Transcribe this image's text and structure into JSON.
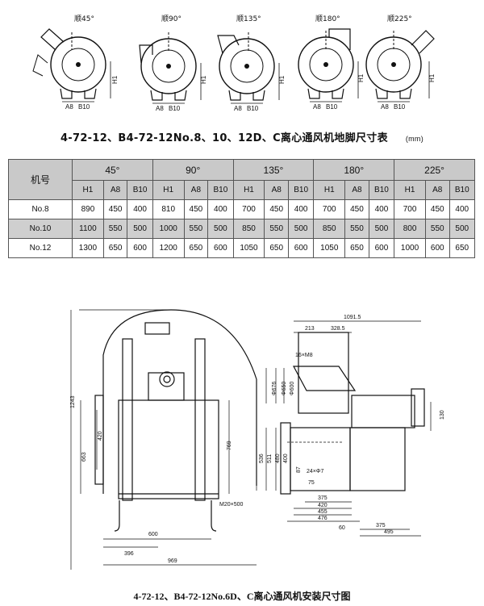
{
  "top_views": [
    {
      "label": "顺45°",
      "dims": [
        "H1",
        "A8",
        "B10"
      ]
    },
    {
      "label": "顺90°",
      "dims": [
        "H1",
        "A8",
        "B10"
      ]
    },
    {
      "label": "顺135°",
      "dims": [
        "H1",
        "A8",
        "B10"
      ]
    },
    {
      "label": "顺180°",
      "dims": [
        "H1",
        "A8",
        "B10"
      ]
    },
    {
      "label": "顺225°",
      "dims": [
        "H1",
        "A8",
        "B10"
      ]
    }
  ],
  "table_title": "4-72-12、B4-72-12No.8、10、12D、C离心通风机地脚尺寸表",
  "table_unit": "(mm)",
  "table": {
    "corner": "机号",
    "angles": [
      "45°",
      "90°",
      "135°",
      "180°",
      "225°"
    ],
    "subheaders": [
      "H1",
      "A8",
      "B10"
    ],
    "rows": [
      {
        "label": "No.8",
        "values": [
          "890",
          "450",
          "400",
          "810",
          "450",
          "400",
          "700",
          "450",
          "400",
          "700",
          "450",
          "400",
          "700",
          "450",
          "400"
        ]
      },
      {
        "label": "No.10",
        "values": [
          "1100",
          "550",
          "500",
          "1000",
          "550",
          "500",
          "850",
          "550",
          "500",
          "850",
          "550",
          "500",
          "800",
          "550",
          "500"
        ]
      },
      {
        "label": "No.12",
        "values": [
          "1300",
          "650",
          "600",
          "1200",
          "650",
          "600",
          "1050",
          "650",
          "600",
          "1050",
          "650",
          "600",
          "1000",
          "600",
          "650"
        ]
      }
    ]
  },
  "drawing": {
    "left": {
      "dims": [
        "1243",
        "663",
        "420",
        "769",
        "M20×500",
        "600",
        "396",
        "969"
      ]
    },
    "right": {
      "dims": [
        "1091.5",
        "213",
        "328.5",
        "16×M8",
        "Φ676",
        "Φ650",
        "Φ600",
        "130",
        "536",
        "511",
        "480",
        "400",
        "87",
        "24×Φ7",
        "75",
        "375",
        "420",
        "455",
        "476",
        "60",
        "375",
        "495"
      ]
    }
  },
  "bottom_title": "4-72-12、B4-72-12No.6D、C离心通风机安装尺寸图"
}
